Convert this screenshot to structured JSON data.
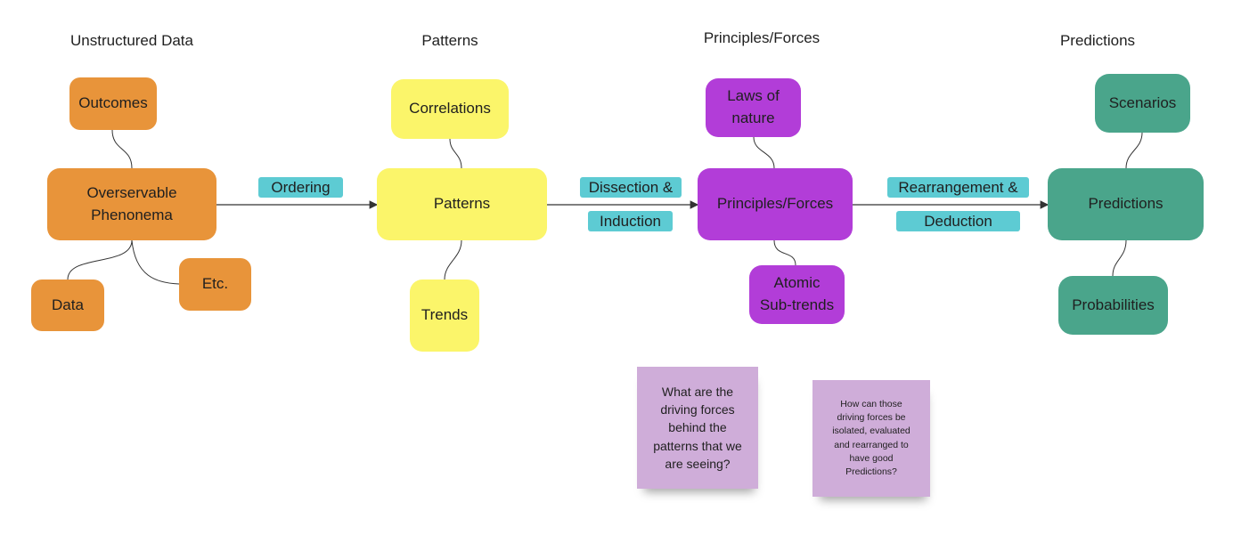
{
  "columns": {
    "unstructured": "Unstructured Data",
    "patterns": "Patterns",
    "principles": "Principles/Forces",
    "predictions": "Predictions"
  },
  "nodes": {
    "outcomes": "Outcomes",
    "observable": "Overservable Phenonema",
    "data": "Data",
    "etc": "Etc.",
    "correlations": "Correlations",
    "patterns": "Patterns",
    "trends": "Trends",
    "laws": "Laws of nature",
    "principles": "Principles/Forces",
    "atomic": "Atomic Sub-trends",
    "scenarios": "Scenarios",
    "predictions": "Predictions",
    "probabilities": "Probabilities"
  },
  "edge_labels": {
    "ordering": "Ordering",
    "dissection": "Dissection &",
    "induction": "Induction",
    "rearrangement": "Rearrangement &",
    "deduction": "Deduction"
  },
  "notes": {
    "driving_forces": "What are the driving forces behind the patterns that we are seeing?",
    "isolation": "How can those driving forces be isolated, evaluated and rearranged to have good Predictions?"
  },
  "colors": {
    "orange": "#e8943a",
    "yellow": "#fbf56a",
    "purple": "#b23dd8",
    "green": "#4aa58b",
    "label_cyan": "#5dcbd3",
    "note_lilac": "#cfadd9"
  }
}
